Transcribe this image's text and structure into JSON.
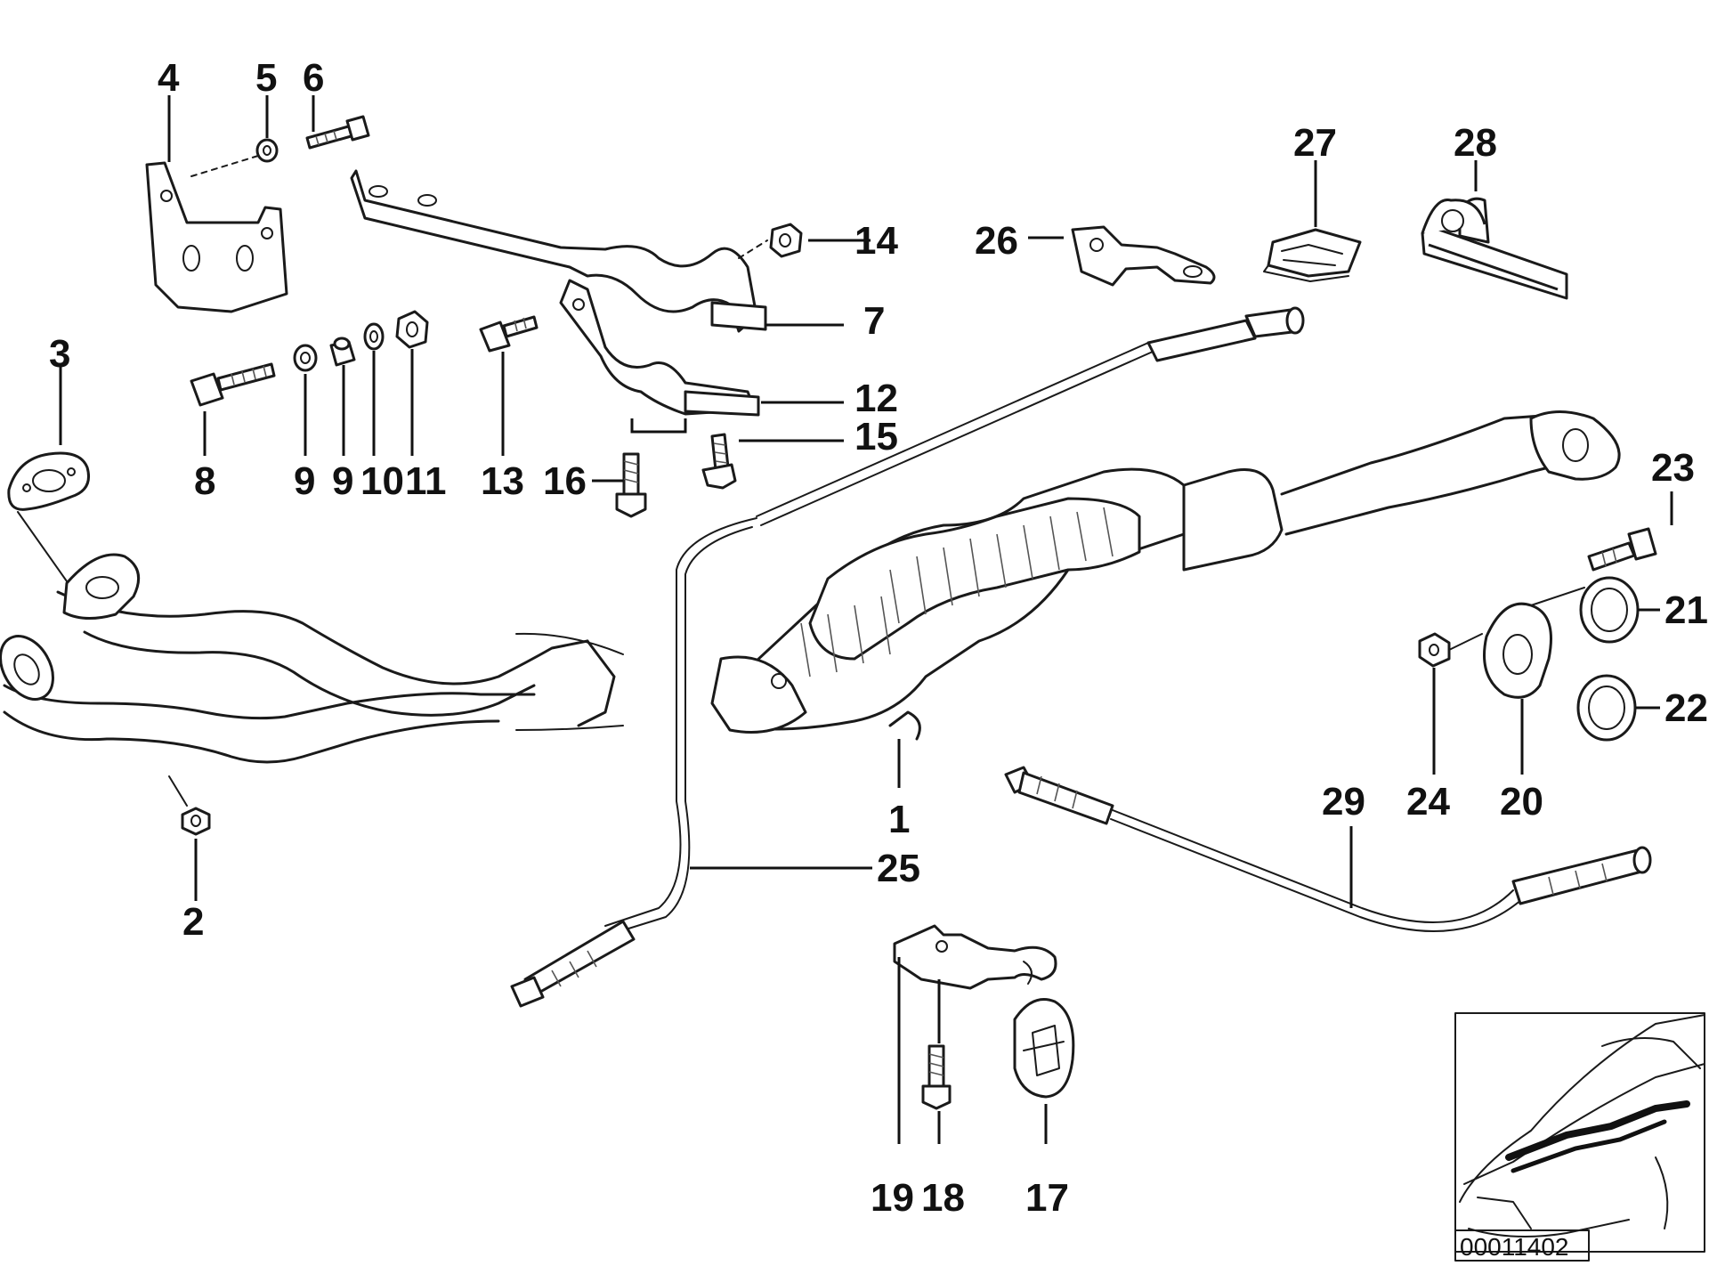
{
  "diagram": {
    "reference_number": "00011402",
    "callouts": [
      {
        "label": "4"
      },
      {
        "label": "5"
      },
      {
        "label": "6"
      },
      {
        "label": "27"
      },
      {
        "label": "28"
      },
      {
        "label": "14"
      },
      {
        "label": "26"
      },
      {
        "label": "7"
      },
      {
        "label": "3"
      },
      {
        "label": "12"
      },
      {
        "label": "15"
      },
      {
        "label": "8"
      },
      {
        "label": "9"
      },
      {
        "label": "9"
      },
      {
        "label": "10"
      },
      {
        "label": "11"
      },
      {
        "label": "13"
      },
      {
        "label": "16"
      },
      {
        "label": "23"
      },
      {
        "label": "21"
      },
      {
        "label": "22"
      },
      {
        "label": "1"
      },
      {
        "label": "29"
      },
      {
        "label": "24"
      },
      {
        "label": "20"
      },
      {
        "label": "25"
      },
      {
        "label": "2"
      },
      {
        "label": "19"
      },
      {
        "label": "18"
      },
      {
        "label": "17"
      }
    ],
    "colors": {
      "line": "#1a1a1a",
      "background": "#ffffff"
    }
  }
}
